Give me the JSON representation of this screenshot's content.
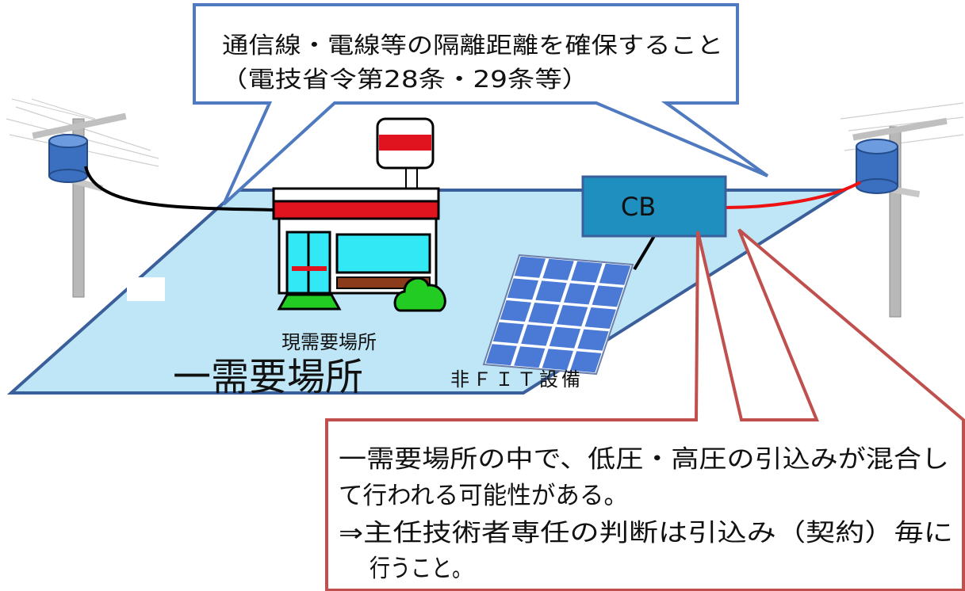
{
  "callout_top": {
    "line1": "通信線・電線等の隔離距離を確保すること",
    "line2": "（電技省令第28条・29条等）"
  },
  "cb_label": "CB",
  "store_label": "現需要場所",
  "area_label": "一需要場所",
  "solar_label": "非ＦＩＴ設備",
  "callout_bottom": {
    "line1": "一需要場所の中で、低圧・高圧の引込みが混合し",
    "line2": "て行われる可能性がある。",
    "line3": "⇒主任技術者専任の判断は引込み（契約）毎に",
    "line4": "行うこと。"
  },
  "colors": {
    "ground_fill": "#bfe6f7",
    "ground_stroke": "#3a5f9a",
    "callout_blue": "#4f7ac0",
    "callout_red": "#c0504d",
    "cb_fill": "#1f8fbf",
    "store_red": "#e0141e",
    "store_window": "#33e8f5",
    "store_green": "#22cc22",
    "solar_panel": "#4a7ad6",
    "transformer": "#3b6fbf",
    "red_wire": "#ee1111"
  }
}
